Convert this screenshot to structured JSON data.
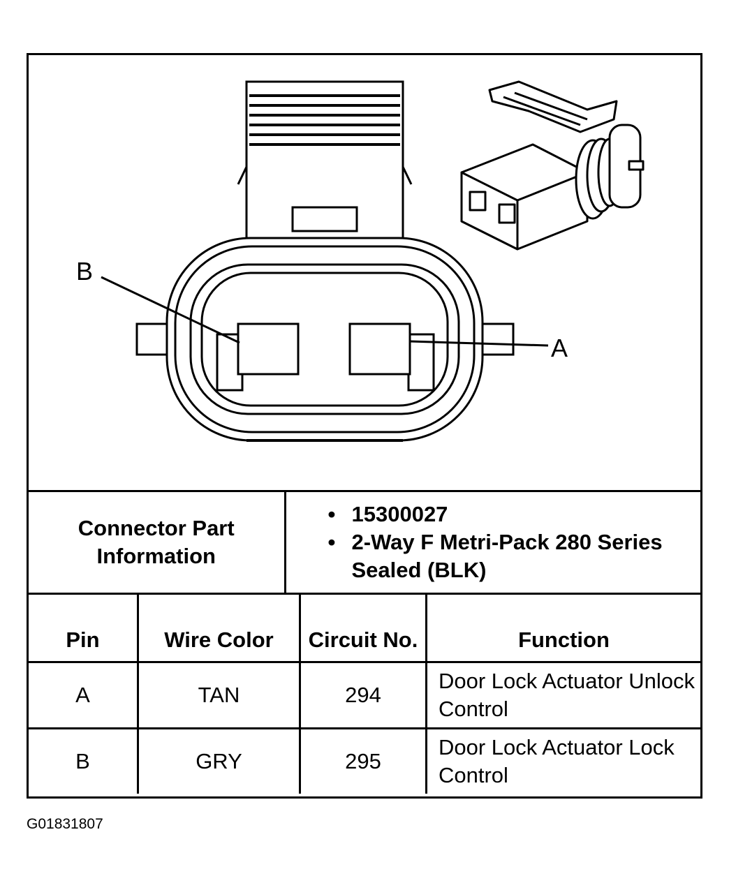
{
  "diagram": {
    "label_b": "B",
    "label_a": "A"
  },
  "connector_info": {
    "label": "Connector Part Information",
    "items": [
      "15300027",
      "2-Way F Metri-Pack 280 Series Sealed (BLK)"
    ]
  },
  "pin_table": {
    "headers": [
      "Pin",
      "Wire Color",
      "Circuit No.",
      "Function"
    ],
    "rows": [
      [
        "A",
        "TAN",
        "294",
        "Door Lock Actuator Unlock Control"
      ],
      [
        "B",
        "GRY",
        "295",
        "Door Lock Actuator Lock Control"
      ]
    ]
  },
  "figure_id": "G01831807"
}
